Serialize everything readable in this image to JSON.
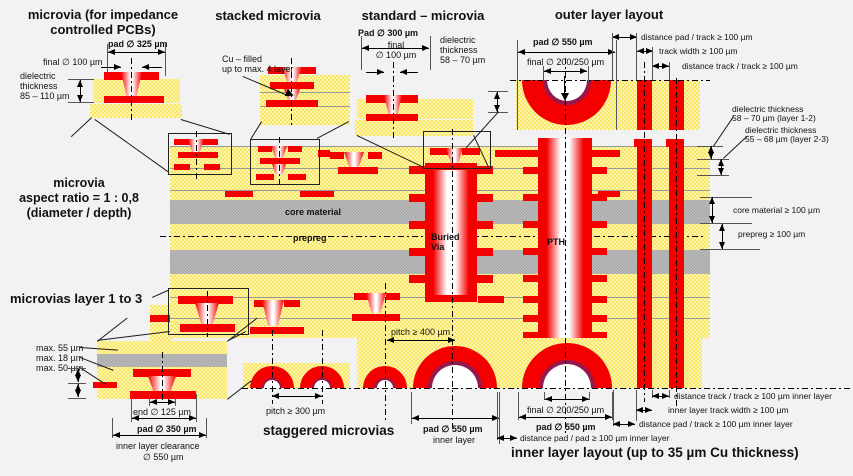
{
  "titles": {
    "impedance_l1": "microvia (for impedance",
    "impedance_l2": "controlled PCBs)",
    "stacked": "stacked microvia",
    "standard": "standard – microvia",
    "outer": "outer layer layout",
    "aspect_l1": "microvia",
    "aspect_l2": "aspect ratio = 1 : 0,8",
    "aspect_l3": "(diameter / depth)",
    "layer13": "microvias layer 1 to 3",
    "staggered": "staggered microvias",
    "inner": "inner layer layout (up to 35 µm Cu thickness)"
  },
  "labels": {
    "pad325": "pad ∅ 325 µm",
    "final100a": "final ∅ 100 µm",
    "diel85_l1": "dielectric",
    "diel85_l2": "thickness",
    "diel85_l3": "85 – 110 µm",
    "cufilled_l1": "Cu – filled",
    "cufilled_l2": "up to max. 4 layer",
    "pad300": "Pad ∅ 300 µm",
    "final100b_l1": "final",
    "final100b_l2": "∅ 100 µm",
    "diel58_l1": "dielectric",
    "diel58_l2": "thickness",
    "diel58_l3": "58 – 70 µm",
    "pad550top": "pad ∅ 550 µm",
    "final200top": "final ∅ 200/250 µm",
    "dist_pad_track": "distance pad / track ≥ 100 µm",
    "track_width": "track width ≥ 100 µm",
    "dist_track_track": "distance track / track ≥ 100 µm",
    "diel12_l1": "dielectric thickness",
    "diel12_l2": "58 – 70 µm (layer 1-2)",
    "diel23_l1": "dielectric thickness",
    "diel23_l2": "55 – 68 µm (layer 2-3)",
    "core100": "core material  ≥ 100 µm",
    "prepreg100": "prepreg  ≥ 100 µm",
    "max55": "max. 55 µm",
    "max18": "max. 18 µm",
    "max50": "max. 50 µm",
    "end125": "end ∅ 125 µm",
    "pad350": "pad ∅ 350 µm",
    "clearance_l1": "inner layer clearance",
    "clearance_l2": "∅ 550 µm",
    "pitch300": "pitch ≥ 300 µm",
    "pitch400": "pitch ≥ 400 µm",
    "pad550inner_l1": "pad ∅ 550 µm",
    "pad550inner_l2": "inner layer",
    "final200bot": "final ∅ 200/250 µm",
    "pad550bot": "pad ∅ 550 µm",
    "dist_tt_inner": "distance track / track ≥ 100 µm inner layer",
    "track_w_inner": "inner layer track width ≥ 100 µm",
    "dist_pt_inner": "distance pad / track ≥ 100 µm inner layer",
    "dist_pp_inner": "distance pad / pad ≥ 100 µm inner layer"
  },
  "section": {
    "core": "core material",
    "prepreg": "prepreg",
    "buried_l1": "Buried",
    "buried_l2": "Via",
    "pth": "PTH"
  },
  "colors": {
    "copper": "#f40000",
    "dielectric_yellow": "#f9e75e",
    "core_gray": "#a6a6a6",
    "drill_ring": "#921a4e",
    "background": "#f2f2f2"
  }
}
